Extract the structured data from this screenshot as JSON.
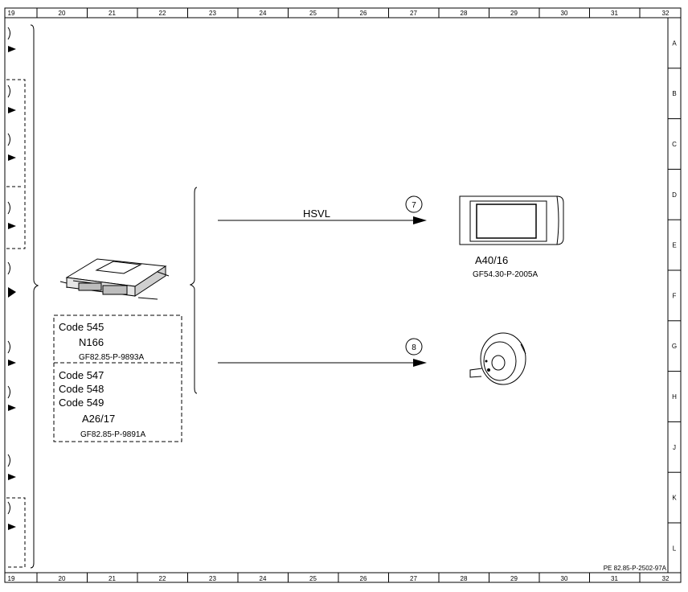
{
  "grid": {
    "columns": [
      "19",
      "20",
      "21",
      "22",
      "23",
      "24",
      "25",
      "26",
      "27",
      "28",
      "29",
      "30",
      "31",
      "32"
    ],
    "rows": [
      "A",
      "B",
      "C",
      "D",
      "E",
      "F",
      "G",
      "H",
      "J",
      "K",
      "L"
    ]
  },
  "signal_label": "HSVL",
  "connectors": [
    "7",
    "8"
  ],
  "control_unit": {
    "codes_group1": [
      "Code 545"
    ],
    "component1": "N166",
    "ref1": "GF82.85-P-9893A",
    "codes_group2": [
      "Code 547",
      "Code 548",
      "Code 549"
    ],
    "component2": "A26/17",
    "ref2": "GF82.85-P-9891A"
  },
  "display": {
    "component": "A40/16",
    "ref": "GF54.30-P-2005A"
  },
  "footer_ref": "PE 82.85-P-2502-97A"
}
